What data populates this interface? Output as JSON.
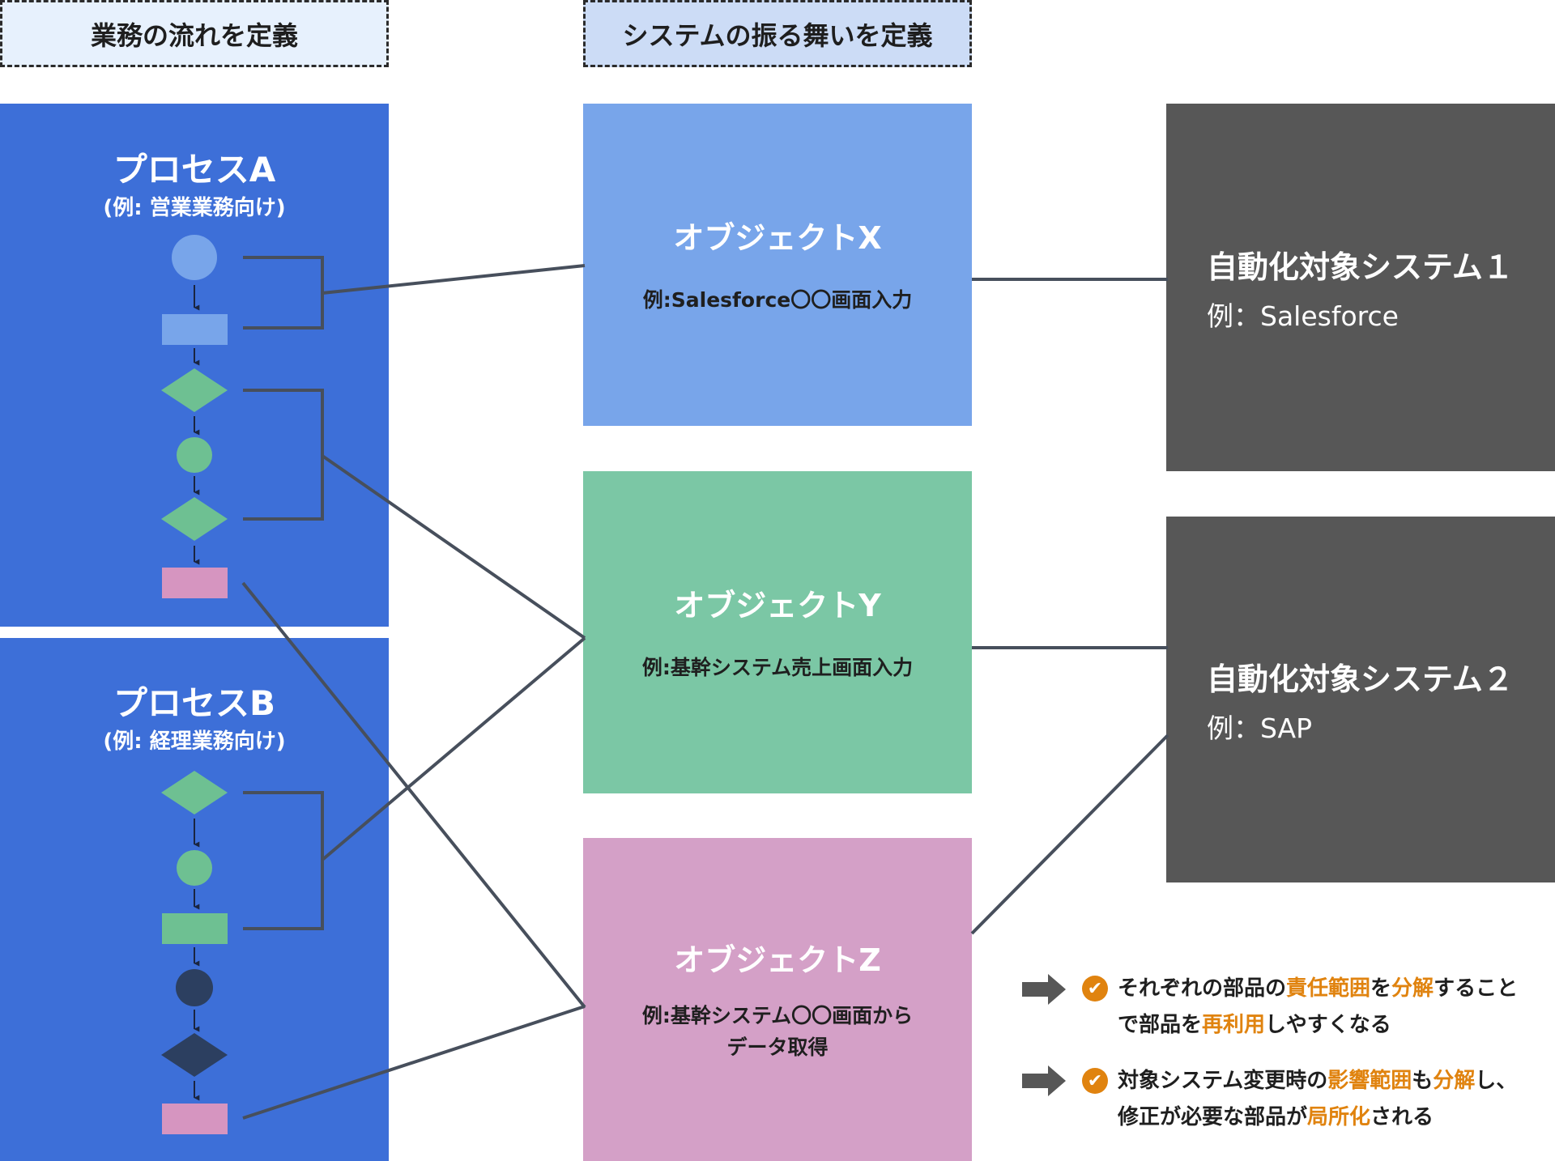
{
  "headers": {
    "business": "業務の流れを定義",
    "system": "システムの振る舞いを定義"
  },
  "processes": [
    {
      "title": "プロセスA",
      "subtitle": "(例: 営業業務向け)"
    },
    {
      "title": "プロセスB",
      "subtitle": "(例: 経理業務向け)"
    }
  ],
  "objects": [
    {
      "title": "オブジェクトX",
      "desc": "例:Salesforce〇〇画面入力"
    },
    {
      "title": "オブジェクトY",
      "desc": "例:基幹システム売上画面入力"
    },
    {
      "title": "オブジェクトZ",
      "desc_line1": "例:基幹システム〇〇画面から",
      "desc_line2": "データ取得"
    }
  ],
  "systems": [
    {
      "title": "自動化対象システム１",
      "desc": "例：Salesforce"
    },
    {
      "title": "自動化対象システム２",
      "desc": "例：SAP"
    }
  ],
  "notes": {
    "n1": {
      "p1": "それぞれの部品の",
      "h1": "責任範囲",
      "p2": "を",
      "h2": "分解",
      "p3": "すること",
      "p4": "で部品を",
      "h3": "再利用",
      "p5": "しやすくなる"
    },
    "n2": {
      "p1": "対象システム変更時の",
      "h1": "影響範囲",
      "p2": "も",
      "h2": "分解",
      "p3": "し、",
      "p4": "修正が必要な部品が",
      "h3": "局所化",
      "p5": "される"
    }
  },
  "colors": {
    "panel_blue": "#3d6fd8",
    "object_x": "#78a5ea",
    "object_y": "#7bc7a5",
    "object_z": "#d4a0c7",
    "system_gray": "#575757",
    "highlight_orange": "#e0830f",
    "connector": "#474f5c"
  }
}
